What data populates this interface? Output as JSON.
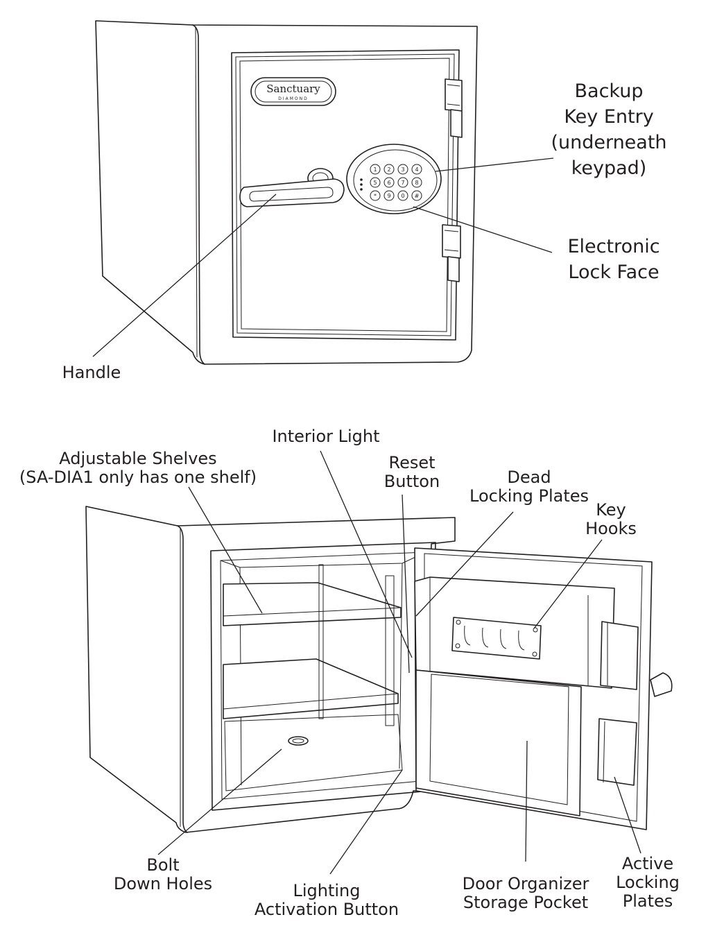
{
  "colors": {
    "ink": "#231f20",
    "background": "#ffffff"
  },
  "logo": {
    "brand": "Sanctuary",
    "sub": "DIAMOND"
  },
  "keypad": {
    "keys": [
      "1",
      "2",
      "3",
      "4",
      "5",
      "6",
      "7",
      "8",
      "*",
      "9",
      "0",
      "#"
    ]
  },
  "labels": {
    "backup_key": [
      "Backup",
      "Key Entry",
      "(underneath",
      "keypad)"
    ],
    "electronic_lock": [
      "Electronic",
      "Lock Face"
    ],
    "handle": "Handle",
    "adjustable_shelves": [
      "Adjustable Shelves",
      "(SA-DIA1 only has one shelf)"
    ],
    "interior_light": "Interior Light",
    "reset_button": [
      "Reset",
      "Button"
    ],
    "dead_locking": [
      "Dead",
      "Locking Plates"
    ],
    "key_hooks": [
      "Key",
      "Hooks"
    ],
    "bolt_down": [
      "Bolt",
      "Down Holes"
    ],
    "lighting_button": [
      "Lighting",
      "Activation Button"
    ],
    "door_organizer": [
      "Door Organizer",
      "Storage Pocket"
    ],
    "active_locking": [
      "Active",
      "Locking",
      "Plates"
    ]
  }
}
